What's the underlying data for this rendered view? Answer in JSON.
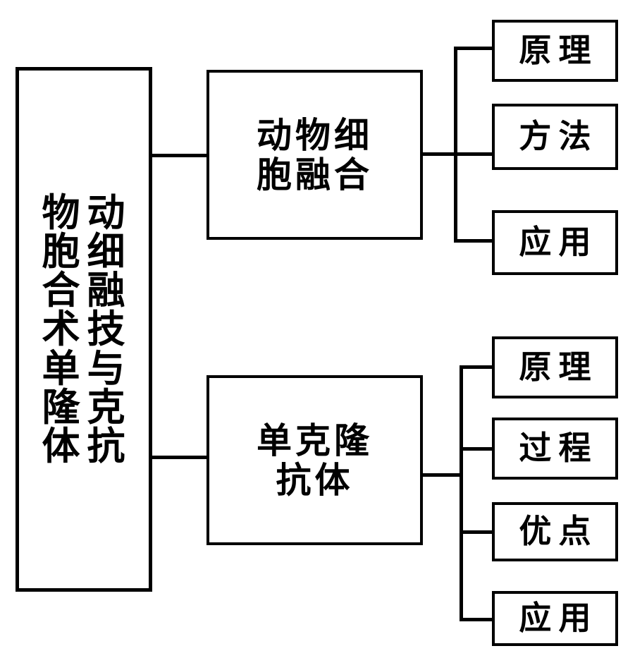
{
  "diagram": {
    "type": "tree-diagram",
    "title": "动物细胞融合技术与单克隆抗体",
    "orientation": "left-to-right",
    "colors": {
      "stroke": "#000000",
      "background": "#ffffff",
      "text": "#000000"
    },
    "root": {
      "label": "动物细胞融合技术与单克隆抗体",
      "layout": "vertical-columns-right-to-left",
      "column_right": "动细融技与克抗",
      "column_left": "物胞合术单隆体"
    },
    "branches": [
      {
        "label": "动物细胞融合",
        "line1": "动物细",
        "line2": "胞融合",
        "children": [
          {
            "label": "原理"
          },
          {
            "label": "方法"
          },
          {
            "label": "应用"
          }
        ]
      },
      {
        "label": "单克隆抗体",
        "line1": "单克隆",
        "line2": "抗体",
        "children": [
          {
            "label": "原理"
          },
          {
            "label": "过程"
          },
          {
            "label": "优点"
          },
          {
            "label": "应用"
          }
        ]
      }
    ]
  }
}
